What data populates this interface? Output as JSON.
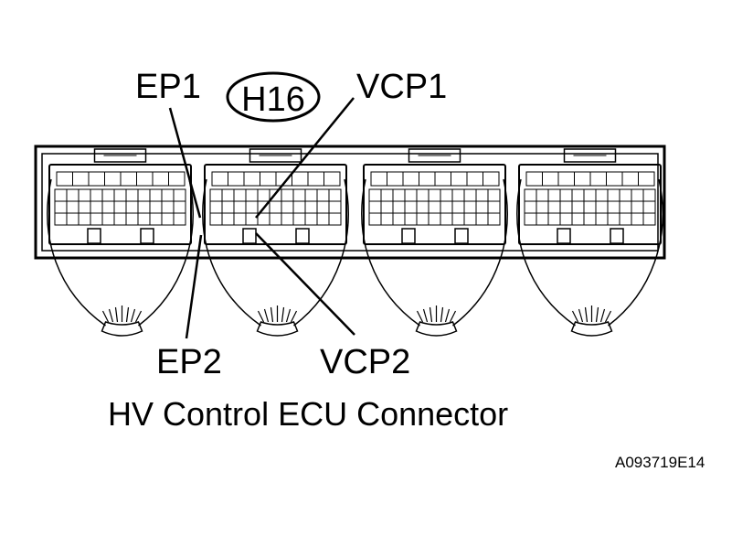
{
  "connector_code": "H16",
  "pins": {
    "ep1": "EP1",
    "vcp1": "VCP1",
    "ep2": "EP2",
    "vcp2": "VCP2"
  },
  "caption": "HV Control ECU Connector",
  "figure_id": "A093719E14",
  "colors": {
    "line": "#000000",
    "background": "#ffffff"
  }
}
